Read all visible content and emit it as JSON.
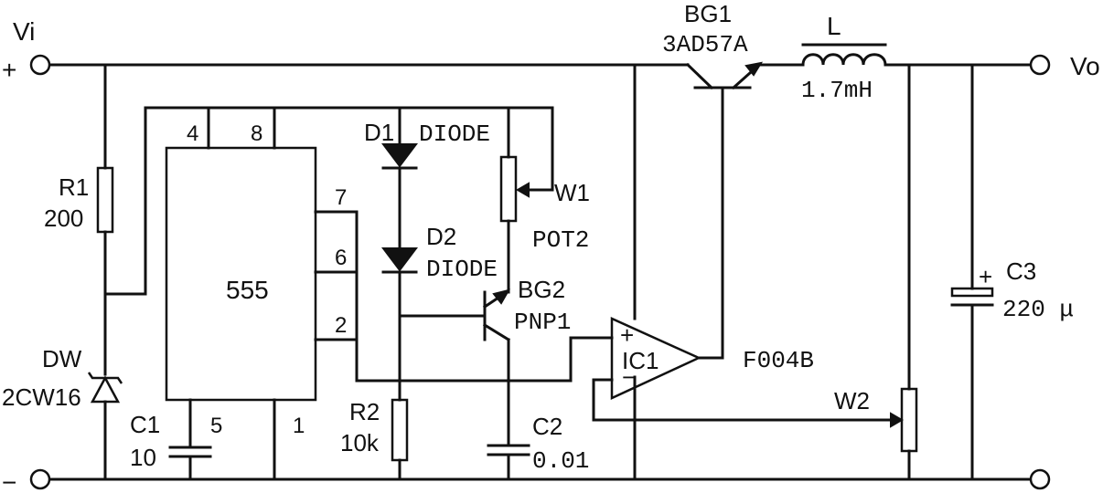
{
  "terminals": {
    "vi": "Vi",
    "vo": "Vo",
    "plus": "+",
    "minus": "−"
  },
  "r1": {
    "name": "R1",
    "value": "200"
  },
  "dw": {
    "name": "DW",
    "value": "2CW16"
  },
  "c1": {
    "name": "C1",
    "value": "10"
  },
  "ic555": {
    "name": "555",
    "pins": {
      "p4": "4",
      "p8": "8",
      "p7": "7",
      "p6": "6",
      "p2": "2",
      "p5": "5",
      "p1": "1"
    }
  },
  "d1": {
    "name": "D1",
    "type": "DIODE"
  },
  "d2": {
    "name": "D2",
    "type": "DIODE"
  },
  "w1": {
    "name": "W1",
    "type": "POT2"
  },
  "bg2": {
    "name": "BG2",
    "type": "PNP1"
  },
  "r2": {
    "name": "R2",
    "value": "10k"
  },
  "c2": {
    "name": "C2",
    "value": "0.01"
  },
  "bg1": {
    "name": "BG1",
    "type": "3AD57A"
  },
  "inductor": {
    "name": "L",
    "value": "1.7mH"
  },
  "ic1": {
    "name": "IC1",
    "part": "F004B",
    "plus": "+",
    "minus": "−"
  },
  "w2": {
    "name": "W2"
  },
  "c3": {
    "name": "C3",
    "value": "220 μ",
    "plus": "+"
  }
}
